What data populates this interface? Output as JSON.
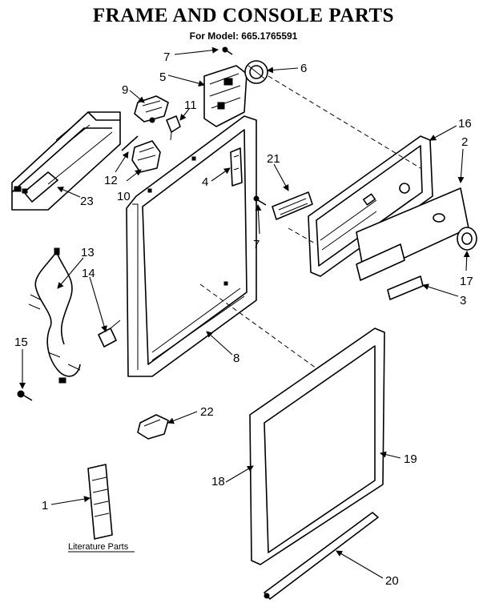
{
  "title": "FRAME AND CONSOLE PARTS",
  "subtitle": "For Model: 665.1765591",
  "callouts": [
    "7",
    "5",
    "6",
    "9",
    "11",
    "16",
    "2",
    "21",
    "4",
    "12",
    "10",
    "23",
    "13",
    "14",
    "7",
    "17",
    "3",
    "15",
    "8",
    "22",
    "19",
    "18",
    "1",
    "20"
  ],
  "literature_label": "Literature Parts"
}
